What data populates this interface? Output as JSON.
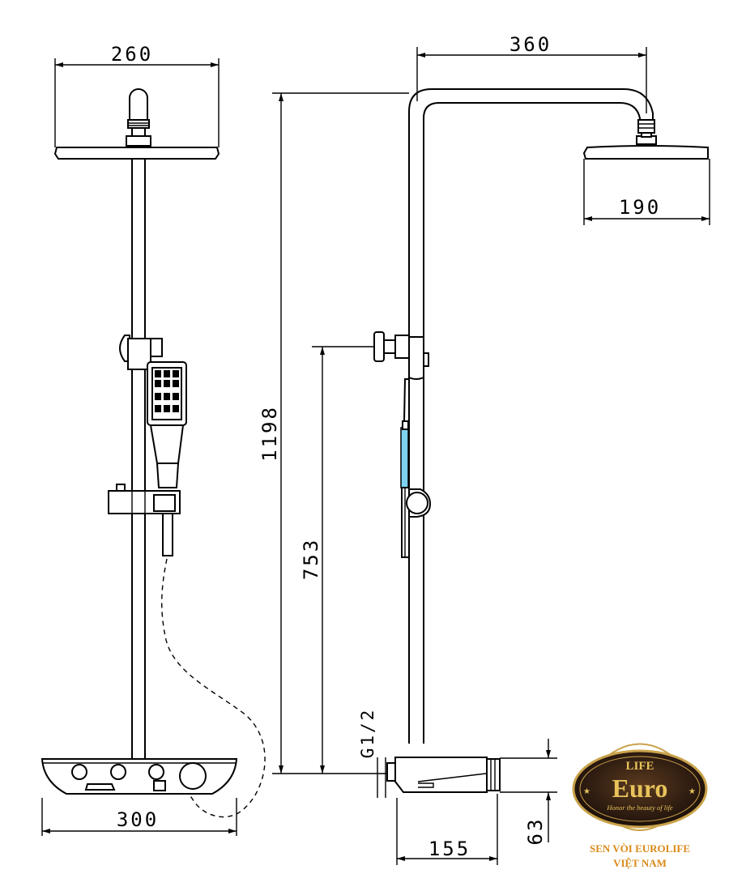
{
  "dimensions": {
    "head_width_front": "260",
    "arm_length": "360",
    "head_width_side": "190",
    "total_height": "1198",
    "holder_height": "753",
    "inlet_thread": "G1/2",
    "mixer_width_front": "300",
    "mixer_depth": "155",
    "mixer_height": "63"
  },
  "logo": {
    "top_word": "LIFE",
    "main_word": "Euro",
    "tagline": "Honor the beauty of life"
  },
  "brand": {
    "line1": "SEN VÒI EUROLIFE",
    "line2": "VIỆT NAM"
  },
  "colors": {
    "line": "#000000",
    "hose_highlight": "#7fd3f0",
    "logo_dark": "#2b1a10",
    "logo_gold": "#e7c35a",
    "brand_text": "#d98a1a"
  }
}
